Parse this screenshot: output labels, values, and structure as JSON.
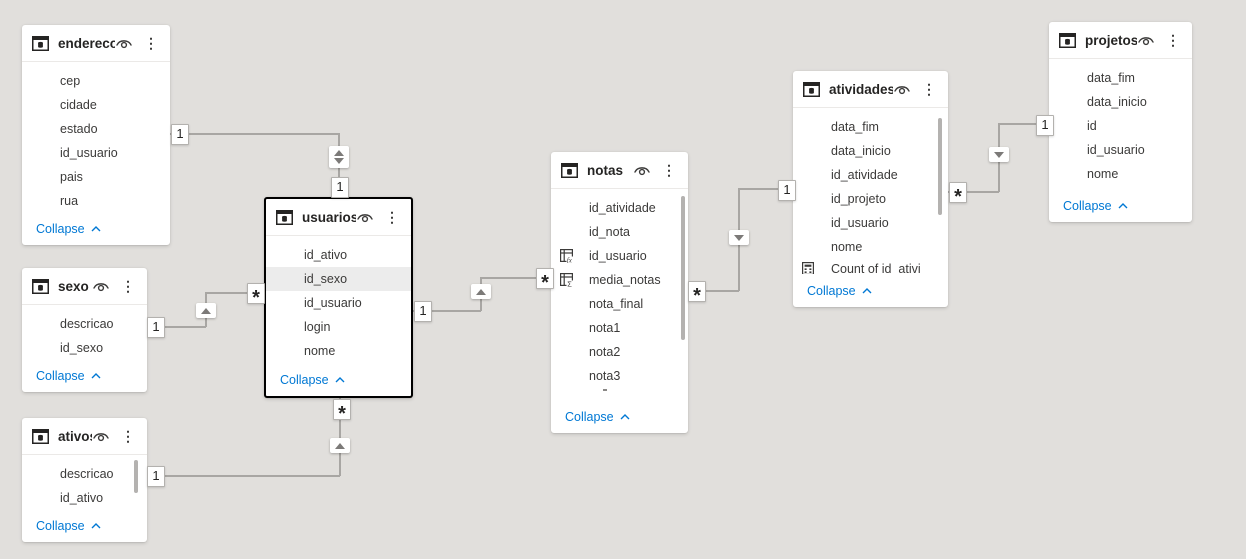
{
  "icons": {
    "more_options": "⋮"
  },
  "colors": {
    "canvas_bg": "#e1dfdc",
    "card_bg": "#ffffff",
    "link_blue": "#0078d4",
    "selected_border": "#000000",
    "line_gray": "#a8a6a3",
    "text_dark": "#252423"
  },
  "tables": {
    "endereco": {
      "title": "endereco",
      "fields": [
        "cep",
        "cidade",
        "estado",
        "id_usuario",
        "pais",
        "rua"
      ],
      "collapse_label": "Collapse"
    },
    "sexo": {
      "title": "sexo",
      "fields": [
        "descricao",
        "id_sexo"
      ],
      "collapse_label": "Collapse"
    },
    "ativos": {
      "title": "ativos",
      "fields": [
        "descricao",
        "id_ativo"
      ],
      "collapse_label": "Collapse"
    },
    "usuarios": {
      "title": "usuarios",
      "fields": [
        "id_ativo",
        "id_sexo",
        "id_usuario",
        "login",
        "nome"
      ],
      "selected_field": "id_sexo",
      "collapse_label": "Collapse"
    },
    "notas": {
      "title": "notas",
      "fields": [
        "id_atividade",
        "id_nota",
        "id_usuario",
        "media_notas",
        "nota_final",
        "nota1",
        "nota2",
        "nota3"
      ],
      "collapse_label": "Collapse"
    },
    "atividades": {
      "title": "atividades",
      "fields": [
        "data_fim",
        "data_inicio",
        "id_atividade",
        "id_projeto",
        "id_usuario",
        "nome"
      ],
      "partial_field": "Count of id_ativi",
      "collapse_label": "Collapse"
    },
    "projetos": {
      "title": "projetos",
      "fields": [
        "data_fim",
        "data_inicio",
        "id",
        "id_usuario",
        "nome"
      ],
      "collapse_label": "Collapse"
    }
  },
  "relationships": [
    {
      "from": "endereco",
      "to": "usuarios",
      "from_label": "1",
      "to_label": "1",
      "direction": "both"
    },
    {
      "from": "sexo",
      "to": "usuarios",
      "from_label": "1",
      "to_label": "*",
      "direction": "single"
    },
    {
      "from": "ativos",
      "to": "usuarios",
      "from_label": "1",
      "to_label": "*",
      "direction": "single"
    },
    {
      "from": "usuarios",
      "to": "notas",
      "from_label": "1",
      "to_label": "*",
      "direction": "single"
    },
    {
      "from": "notas",
      "to": "atividades",
      "from_label": "*",
      "to_label": "1",
      "direction": "single"
    },
    {
      "from": "atividades",
      "to": "projetos",
      "from_label": "*",
      "to_label": "1",
      "direction": "single"
    }
  ]
}
